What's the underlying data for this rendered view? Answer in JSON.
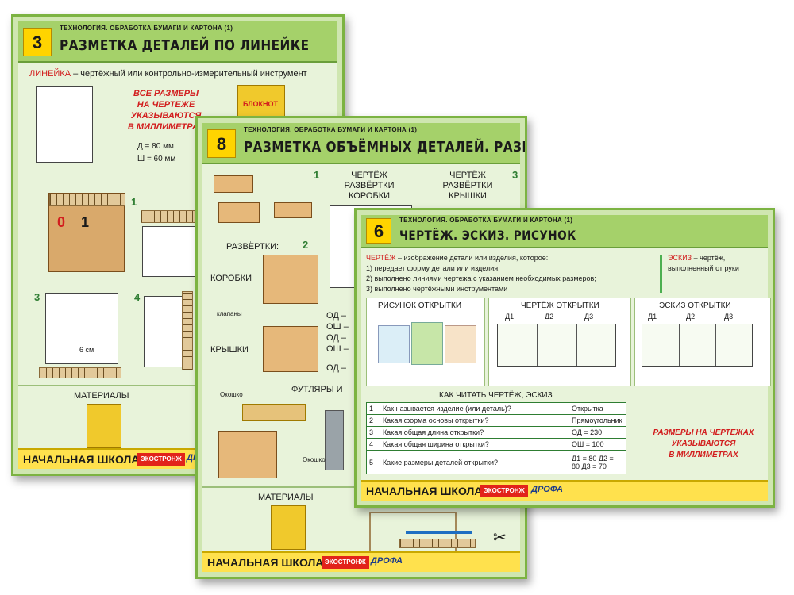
{
  "colors": {
    "accent_green": "#a5d16a",
    "panel_green": "#e8f3da",
    "number_yellow": "#ffd400",
    "footer_yellow": "#ffe14d",
    "alert_red": "#d21f1f"
  },
  "poster3": {
    "number": "3",
    "subject": "ТЕХНОЛОГИЯ. ОБРАБОТКА БУМАГИ И КАРТОНА",
    "subject_mark": "(1)",
    "title": "РАЗМЕТКА ДЕТАЛЕЙ ПО ЛИНЕЙКЕ",
    "definition_term": "ЛИНЕЙКА",
    "definition_text": "– чертёжный или контрольно-измерительный инструмент",
    "rule_text": [
      "ВСЕ РАЗМЕРЫ",
      "НА ЧЕРТЕЖЕ",
      "УКАЗЫВАЮТСЯ",
      "В МИЛЛИМЕТРАХ"
    ],
    "notebook_label": "БЛОКНОТ",
    "dim_length": "Д = 80 мм",
    "dim_width": "Ш = 60 мм",
    "ruler_digits": [
      "0",
      "1"
    ],
    "steps": [
      "1",
      "3",
      "4"
    ],
    "step_label_6": "6",
    "step3_measure": "6 см",
    "materials_label": "МАТЕРИАЛЫ",
    "footer_school": "НАЧАЛЬНАЯ ШКОЛА",
    "footer_brand": "ЭКОСТРОНЖ",
    "footer_publisher": "ДРОФА"
  },
  "poster8": {
    "number": "8",
    "subject": "ТЕХНОЛОГИЯ. ОБРАБОТКА БУМАГИ И КАРТОНА",
    "subject_mark": "(1)",
    "title": "РАЗМЕТКА ОБЪЁМНЫХ ДЕТАЛЕЙ. РАЗВЁРТКА",
    "step1": "1",
    "step2": "2",
    "step3": "3",
    "drawing_box": [
      "ЧЕРТЁЖ",
      "РАЗВЁРТКИ",
      "КОРОБКИ"
    ],
    "drawing_lid": [
      "ЧЕРТЁЖ",
      "РАЗВЁРТКИ",
      "КРЫШКИ"
    ],
    "unfoldings_label": "РАЗВЁРТКИ:",
    "box_label": "КОРОБКИ",
    "lid_label": "КРЫШКИ",
    "fold_label": "клапаны",
    "dims": [
      "ОД –",
      "ОШ –",
      "ОД –",
      "ОШ –",
      "ОД –"
    ],
    "cases_label": "ФУТЛЯРЫ И",
    "window_label": "Окошко",
    "window_label2": "Окошко",
    "materials_label": "МАТЕРИАЛЫ",
    "footer_school": "НАЧАЛЬНАЯ ШКОЛА",
    "footer_brand": "ЭКОСТРОНЖ",
    "footer_publisher": "ДРОФА"
  },
  "poster6": {
    "number": "6",
    "subject": "ТЕХНОЛОГИЯ. ОБРАБОТКА БУМАГИ И КАРТОНА",
    "subject_mark": "(1)",
    "title": "ЧЕРТЁЖ. ЭСКИЗ. РИСУНОК",
    "def_term": "ЧЕРТЁЖ",
    "def_text": "– изображение детали или изделия, которое:",
    "def_items": [
      "1) передает форму детали или изделия;",
      "2) выполнено линиями чертежа с указанием необходимых размеров;",
      "3) выполнено чертёжными инструментами"
    ],
    "sketch_term": "ЭСКИЗ",
    "sketch_text_1": "– чертёж,",
    "sketch_text_2": "выполненный от руки",
    "drawing_card": "РИСУНОК ОТКРЫТКИ",
    "draft_card": "ЧЕРТЁЖ ОТКРЫТКИ",
    "sketch_card": "ЭСКИЗ ОТКРЫТКИ",
    "parts": [
      "Д1",
      "Д2",
      "Д3"
    ],
    "how_to_read": "КАК ЧИТАТЬ ЧЕРТЁЖ, ЭСКИЗ",
    "table_rows": [
      {
        "n": "1",
        "q": "Как называется изделие (или деталь)?",
        "a": "Открытка"
      },
      {
        "n": "2",
        "q": "Какая форма основы открытки?",
        "a": "Прямоугольник"
      },
      {
        "n": "3",
        "q": "Какая общая длина открытки?",
        "a": "ОД = 230"
      },
      {
        "n": "4",
        "q": "Какая общая ширина открытки?",
        "a": "ОШ = 100"
      },
      {
        "n": "5",
        "q": "Какие размеры деталей открытки?",
        "a": "Д1 = 80  Д2 = 80  Д3 = 70"
      }
    ],
    "rule_text": [
      "РАЗМЕРЫ НА ЧЕРТЕЖАХ",
      "УКАЗЫВАЮТСЯ",
      "В МИЛЛИМЕТРАХ"
    ],
    "footer_school": "НАЧАЛЬНАЯ ШКОЛА",
    "footer_brand": "ЭКОСТРОНЖ",
    "footer_publisher": "ДРОФА"
  }
}
